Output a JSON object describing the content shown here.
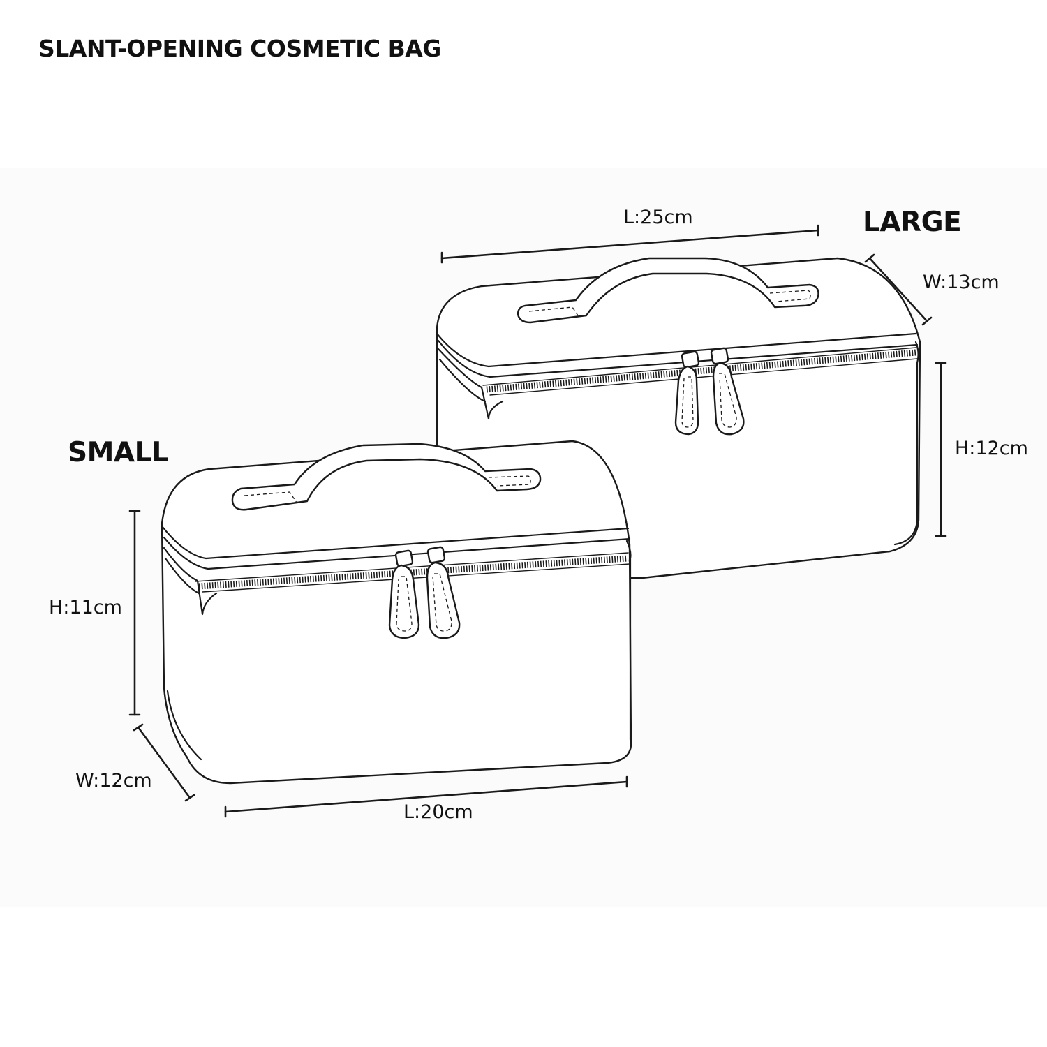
{
  "title": "SLANT-OPENING COSMETIC BAG",
  "large": {
    "label": "LARGE",
    "length": "L:25cm",
    "width": "W:13cm",
    "height": "H:12cm"
  },
  "small": {
    "label": "SMALL",
    "length": "L:20cm",
    "width": "W:12cm",
    "height": "H:11cm"
  },
  "colors": {
    "line": "#1a1a1a",
    "text": "#111111",
    "background": "#ffffff",
    "panel": "#fbfbfb"
  }
}
